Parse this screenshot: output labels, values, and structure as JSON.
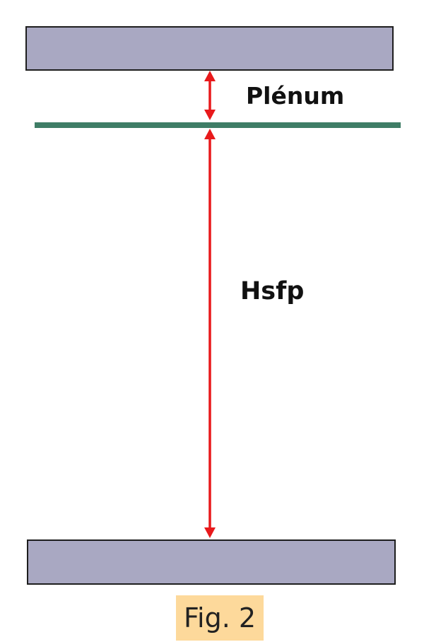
{
  "diagram": {
    "plenum_label": "Plénum",
    "hsfp_label": "Hsfp",
    "caption": "Fig. 2"
  },
  "colors": {
    "slab_fill": "#a9a8c2",
    "slab_stroke": "#1e1e1e",
    "ceiling_line": "#3f7d66",
    "arrow": "#e8191b",
    "caption_highlight": "#fdd99b",
    "text": "#111111"
  }
}
